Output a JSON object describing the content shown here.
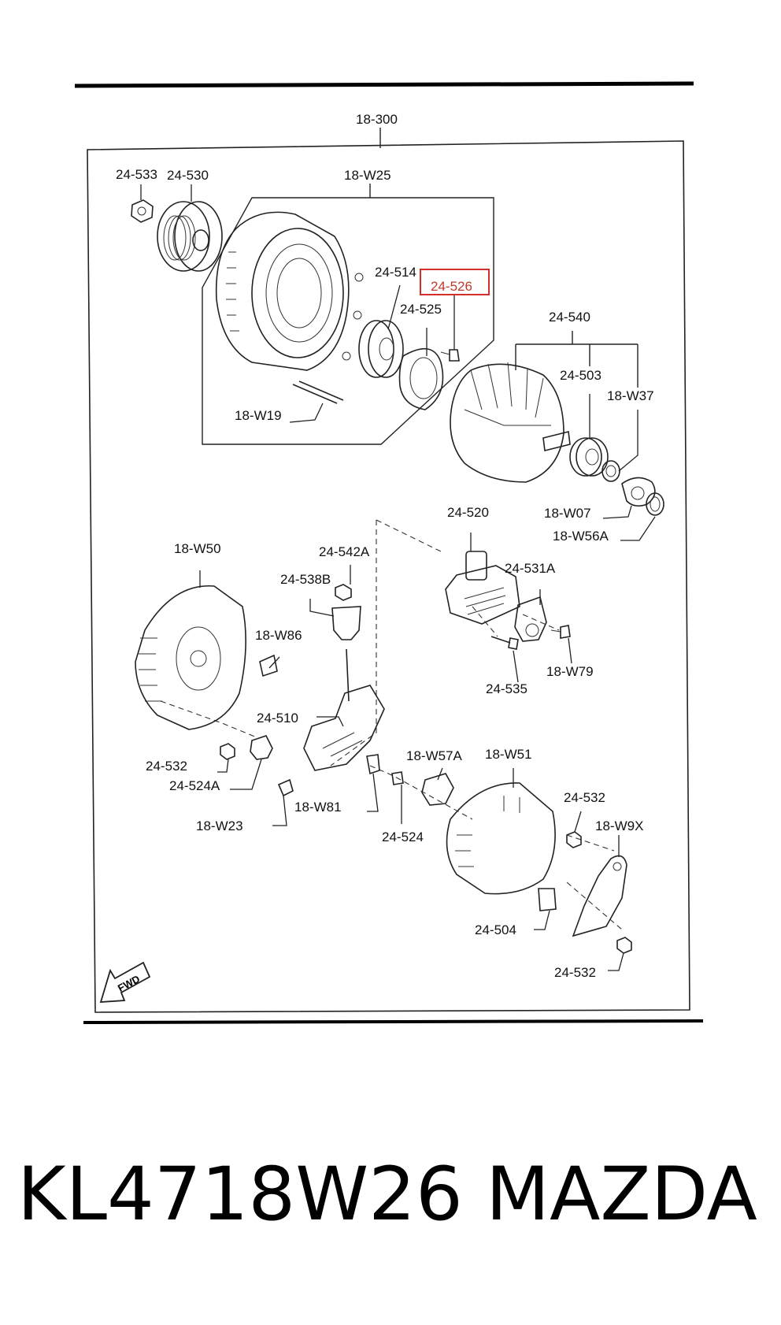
{
  "assembly": {
    "label": "18-300"
  },
  "groups": {
    "rear_housing": "18-W25",
    "rotor_set": "24-540"
  },
  "highlight_color": "#d32f2f",
  "callouts": {
    "c24533": "24-533",
    "c24530": "24-530",
    "c24514": "24-514",
    "c24526": "24-526",
    "c24525": "24-525",
    "c18W19": "18-W19",
    "c24503": "24-503",
    "c18W37": "18-W37",
    "c18W07": "18-W07",
    "c18W56A": "18-W56A",
    "c24520": "24-520",
    "c24531A": "24-531A",
    "c18W79": "18-W79",
    "c24535": "24-535",
    "c18W50": "18-W50",
    "c24542A": "24-542A",
    "c24538B": "24-538B",
    "c18W86": "18-W86",
    "c24510": "24-510",
    "c24532a": "24-532",
    "c24524A": "24-524A",
    "c18W81": "18-W81",
    "c18W23": "18-W23",
    "c18W57A": "18-W57A",
    "c18W51": "18-W51",
    "c24524": "24-524",
    "c24532b": "24-532",
    "c18W9X": "18-W9X",
    "c24504": "24-504",
    "c24532c": "24-532"
  },
  "fwd_mark": "FWD",
  "caption": {
    "part_number": "KL4718W26",
    "brand": "MAZDA"
  }
}
